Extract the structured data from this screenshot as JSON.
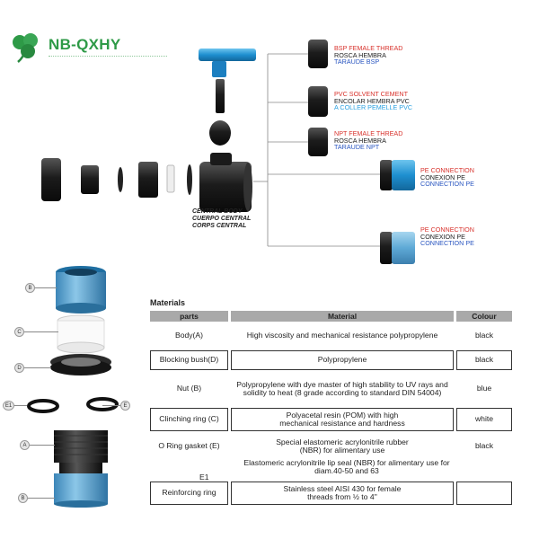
{
  "brand": {
    "name": "NB-QXHY"
  },
  "callouts": {
    "bsp": [
      "BSP FEMALE THREAD",
      "ROSCA HEMBRA",
      "TARAUDE BSP"
    ],
    "pvc": [
      "PVC SOLVENT CEMENT",
      "ENCOLAR HEMBRA PVC",
      "A COLLER PEMELLE PVC"
    ],
    "npt": [
      "NPT FEMALE THREAD",
      "ROSCA HEMBRA",
      "TARAUDE NPT"
    ],
    "pe1": [
      "PE CONNECTION",
      "CONEXION PE",
      "CONNECTION PE"
    ],
    "pe2": [
      "PE CONNECTION",
      "CONEXION PE",
      "CONNECTION PE"
    ],
    "central_body": [
      "CENTRAL BODY",
      "CUERPO CENTRAL",
      "CORPS CENTRAL"
    ]
  },
  "parts_tags": {
    "b1": "B",
    "c": "C",
    "d": "D",
    "e1": "E1",
    "e2": "E",
    "a": "A",
    "b2": "B"
  },
  "materials": {
    "title": "Materials",
    "headers": [
      "parts",
      "Material",
      "Colour"
    ],
    "rows": [
      {
        "part": "Body(A)",
        "material": "High viscosity and mechanical resistance polypropylene",
        "colour": "black",
        "boxed": false
      },
      {
        "part": "Blocking bush(D)",
        "material": "Polypropylene",
        "colour": "black",
        "boxed": true
      },
      {
        "part": "Nut (B)",
        "material": "Polypropylene with dye master of high stability to UV rays and solidity to heat (8 grade according to standard DIN 54004)",
        "colour": "blue",
        "boxed": false
      },
      {
        "part": "Clinching ring (C)",
        "material": "Polyacetal resin (POM) with high mechanical resistance and hardness",
        "colour": "white",
        "boxed": true
      },
      {
        "part": "O Ring gasket (E)",
        "material": "Special elastomeric acrylonitrile rubber (NBR) for alimentary use",
        "colour": "black",
        "boxed": false
      },
      {
        "part": "E1",
        "material": "Elastomeric acrylonitrile lip seal (NBR) for alimentary use for diam.40-50 and 63",
        "colour": "",
        "boxed": false
      },
      {
        "part": "Reinforcing ring",
        "material": "Stainless steel AISI 430 for female threads from ½ to 4''",
        "colour": "",
        "boxed": true
      }
    ]
  }
}
